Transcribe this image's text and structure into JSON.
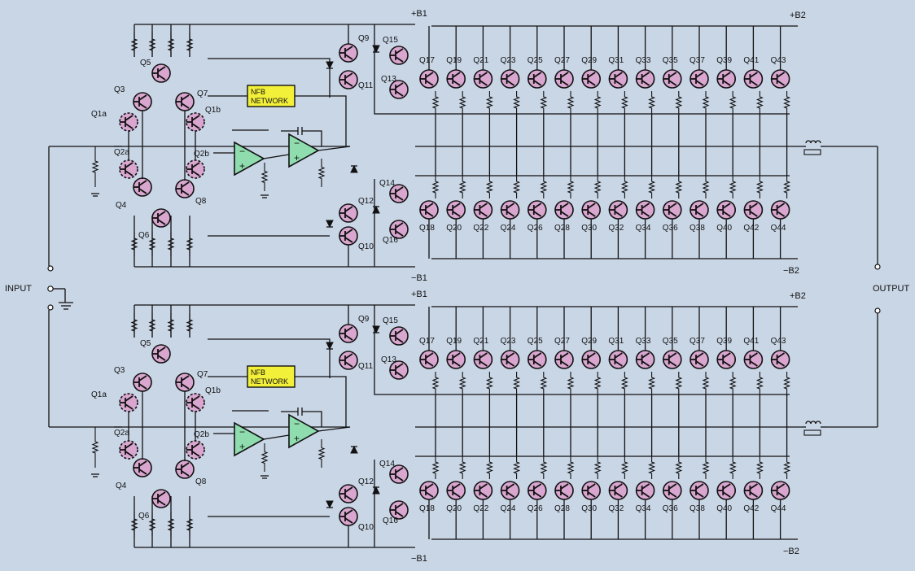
{
  "labels": {
    "input": "INPUT",
    "output": "OUTPUT",
    "nfb_line1": "NFB",
    "nfb_line2": "NETWORK"
  },
  "rails": {
    "pos_b1": "+B1",
    "neg_b1": "−B1",
    "pos_b2": "+B2",
    "neg_b2": "−B2"
  },
  "driver_transistors": [
    {
      "id": "Q1a",
      "label": "Q1a",
      "dashed": true
    },
    {
      "id": "Q1b",
      "label": "Q1b",
      "dashed": true
    },
    {
      "id": "Q2a",
      "label": "Q2a",
      "dashed": true
    },
    {
      "id": "Q2b",
      "label": "Q2b",
      "dashed": true
    },
    {
      "id": "Q3",
      "label": "Q3",
      "dashed": false
    },
    {
      "id": "Q4",
      "label": "Q4",
      "dashed": false
    },
    {
      "id": "Q5",
      "label": "Q5",
      "dashed": false
    },
    {
      "id": "Q6",
      "label": "Q6",
      "dashed": false
    },
    {
      "id": "Q7",
      "label": "Q7",
      "dashed": false
    },
    {
      "id": "Q8",
      "label": "Q8",
      "dashed": false
    },
    {
      "id": "Q9",
      "label": "Q9",
      "dashed": false
    },
    {
      "id": "Q10",
      "label": "Q10",
      "dashed": false
    },
    {
      "id": "Q11",
      "label": "Q11",
      "dashed": false
    },
    {
      "id": "Q12",
      "label": "Q12",
      "dashed": false
    },
    {
      "id": "Q13",
      "label": "Q13",
      "dashed": false
    },
    {
      "id": "Q14",
      "label": "Q14",
      "dashed": false
    },
    {
      "id": "Q15",
      "label": "Q15",
      "dashed": false
    },
    {
      "id": "Q16",
      "label": "Q16",
      "dashed": false
    }
  ],
  "output_top": [
    "Q17",
    "Q19",
    "Q21",
    "Q23",
    "Q25",
    "Q27",
    "Q29",
    "Q31",
    "Q33",
    "Q35",
    "Q37",
    "Q39",
    "Q41",
    "Q43"
  ],
  "output_bottom": [
    "Q18",
    "Q20",
    "Q22",
    "Q24",
    "Q26",
    "Q28",
    "Q30",
    "Q32",
    "Q34",
    "Q36",
    "Q38",
    "Q40",
    "Q42",
    "Q44"
  ],
  "colors": {
    "background": "#c9d6e6",
    "transistor": "#d9a6cf",
    "opamp": "#8fdcae",
    "nfb_box": "#f3f03a"
  }
}
